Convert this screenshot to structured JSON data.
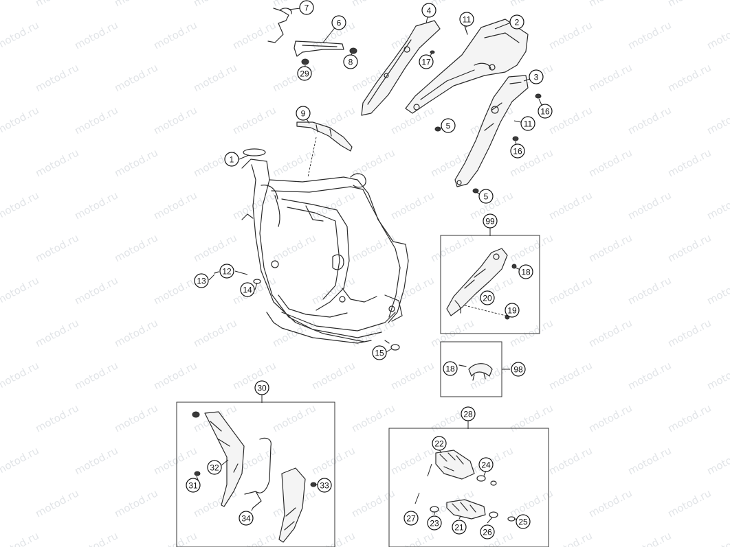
{
  "watermark": {
    "text": "motod.ru"
  },
  "callouts": [
    {
      "id": "c1",
      "label": "1"
    },
    {
      "id": "c2",
      "label": "2"
    },
    {
      "id": "c3",
      "label": "3"
    },
    {
      "id": "c4",
      "label": "4"
    },
    {
      "id": "c5a",
      "label": "5"
    },
    {
      "id": "c5b",
      "label": "5"
    },
    {
      "id": "c6",
      "label": "6"
    },
    {
      "id": "c7",
      "label": "7"
    },
    {
      "id": "c8",
      "label": "8"
    },
    {
      "id": "c9",
      "label": "9"
    },
    {
      "id": "c11a",
      "label": "11"
    },
    {
      "id": "c11b",
      "label": "11"
    },
    {
      "id": "c12",
      "label": "12"
    },
    {
      "id": "c13",
      "label": "13"
    },
    {
      "id": "c14",
      "label": "14"
    },
    {
      "id": "c15",
      "label": "15"
    },
    {
      "id": "c16a",
      "label": "16"
    },
    {
      "id": "c16b",
      "label": "16"
    },
    {
      "id": "c17",
      "label": "17"
    },
    {
      "id": "c18a",
      "label": "18"
    },
    {
      "id": "c18b",
      "label": "18"
    },
    {
      "id": "c19",
      "label": "19"
    },
    {
      "id": "c20",
      "label": "20"
    },
    {
      "id": "c21",
      "label": "21"
    },
    {
      "id": "c22",
      "label": "22"
    },
    {
      "id": "c23",
      "label": "23"
    },
    {
      "id": "c24",
      "label": "24"
    },
    {
      "id": "c25",
      "label": "25"
    },
    {
      "id": "c26",
      "label": "26"
    },
    {
      "id": "c27",
      "label": "27"
    },
    {
      "id": "c28",
      "label": "28"
    },
    {
      "id": "c29",
      "label": "29"
    },
    {
      "id": "c30",
      "label": "30"
    },
    {
      "id": "c31",
      "label": "31"
    },
    {
      "id": "c32",
      "label": "32"
    },
    {
      "id": "c33",
      "label": "33"
    },
    {
      "id": "c34",
      "label": "34"
    },
    {
      "id": "c98",
      "label": "98"
    },
    {
      "id": "c99",
      "label": "99"
    }
  ]
}
